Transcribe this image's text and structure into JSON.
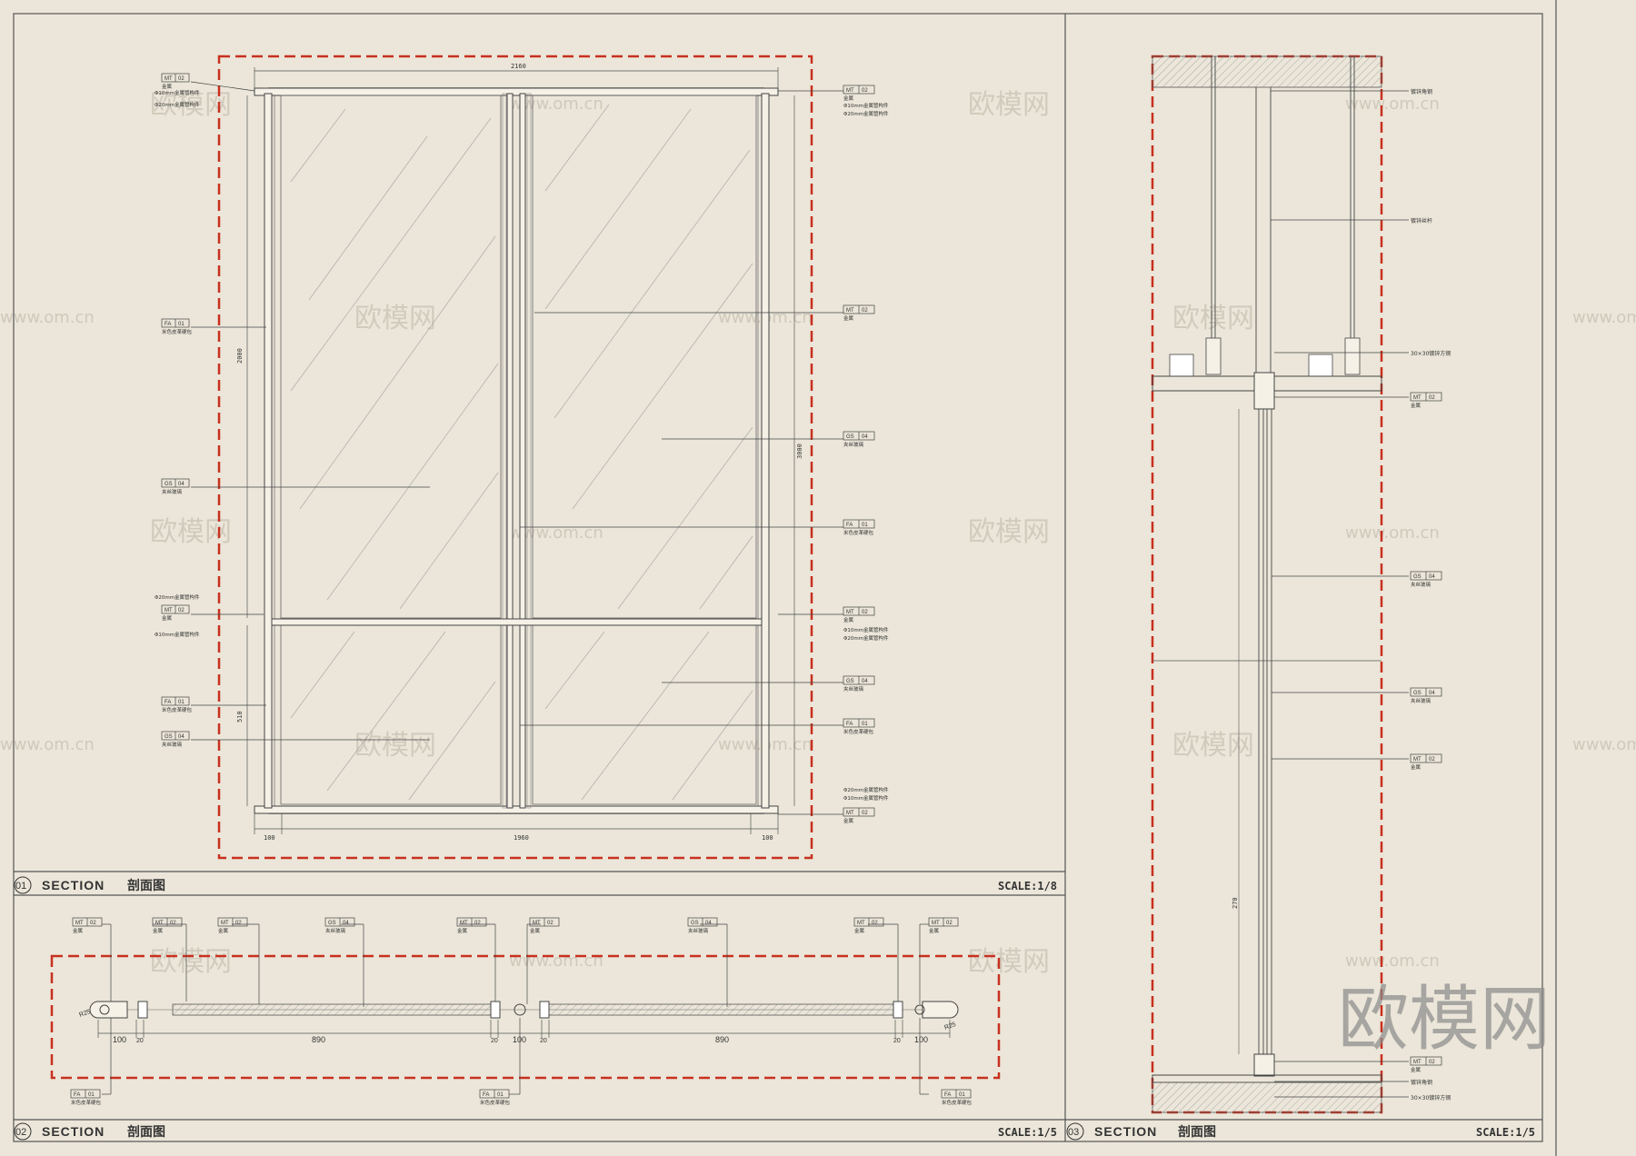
{
  "sheet": {
    "panels": [
      {
        "number": "01",
        "title": "SECTION",
        "title_cn": "剖面图",
        "scale": "SCALE:1/8"
      },
      {
        "number": "02",
        "title": "SECTION",
        "title_cn": "剖面图",
        "scale": "SCALE:1/5"
      },
      {
        "number": "03",
        "title": "SECTION",
        "title_cn": "剖面图",
        "scale": "SCALE:1/5"
      }
    ],
    "watermark_url": "www.om.cn",
    "watermark_cn": "欧模网",
    "logo_text": "欧模网"
  },
  "panel1": {
    "tags": {
      "mt02_code": "MT",
      "mt02_num": "02",
      "mt02_desc": "金属",
      "fa01_code": "FA",
      "fa01_num": "01",
      "fa01_desc": "米色皮革硬包",
      "gs04_code": "GS",
      "gs04_num": "04",
      "gs04_desc": "夹丝玻璃"
    },
    "notes": {
      "pipe10": "Φ10mm金属管构件",
      "pipe20": "Φ20mm金属管构件"
    },
    "dims": {
      "top": "2160",
      "bottom_left": "100",
      "bottom_mid": "1960",
      "bottom_right": "100",
      "left_upper": "2000",
      "left_lower": "510",
      "right": "3000"
    }
  },
  "panel2": {
    "dims": [
      "100",
      "20",
      "890",
      "20",
      "100",
      "20",
      "890",
      "20",
      "100"
    ],
    "radius": "R25"
  },
  "panel3": {
    "notes": {
      "anchor": "镀锌角钢",
      "rod": "镀锌丝杆",
      "square": "30×30镀锌方钢"
    },
    "dims": {
      "height": "270"
    }
  }
}
